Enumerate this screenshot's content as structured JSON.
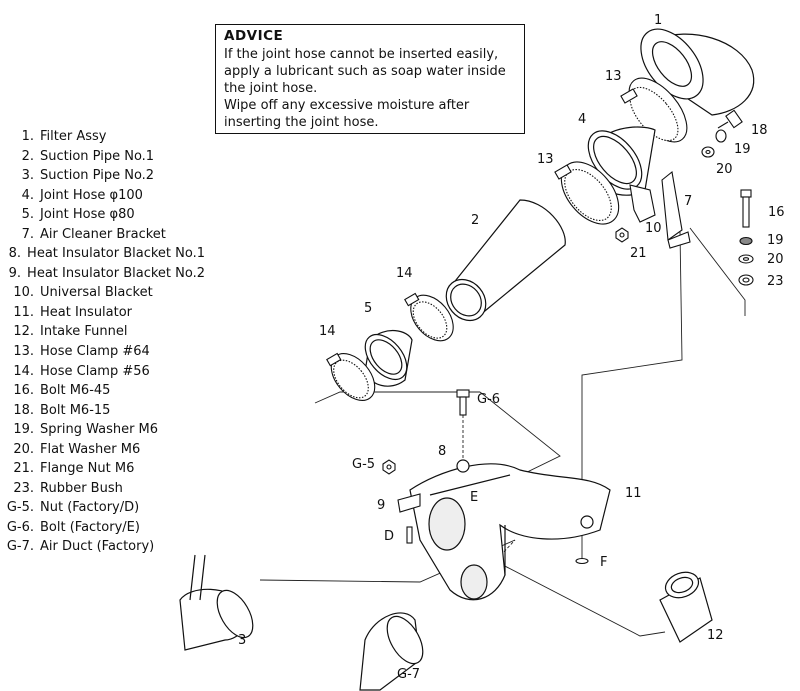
{
  "advice": {
    "title": "ADVICE",
    "lines": [
      "If the joint hose cannot be inserted easily,",
      "apply a lubricant such as soap water inside",
      "the joint hose.",
      "Wipe off any excessive moisture after",
      "inserting the joint hose."
    ]
  },
  "parts": [
    {
      "num": "1.",
      "name": "Filter Assy"
    },
    {
      "num": "2.",
      "name": "Suction Pipe No.1"
    },
    {
      "num": "3.",
      "name": "Suction Pipe No.2"
    },
    {
      "num": "4.",
      "name": "Joint Hose  φ100"
    },
    {
      "num": "5.",
      "name": "Joint Hose  φ80"
    },
    {
      "num": "7.",
      "name": "Air Cleaner Bracket"
    },
    {
      "num": "8.",
      "name": "Heat Insulator Blacket No.1"
    },
    {
      "num": "9.",
      "name": "Heat Insulator Blacket No.2"
    },
    {
      "num": "10.",
      "name": "Universal Blacket"
    },
    {
      "num": "11.",
      "name": "Heat Insulator"
    },
    {
      "num": "12.",
      "name": "Intake Funnel"
    },
    {
      "num": "13.",
      "name": "Hose Clamp  #64"
    },
    {
      "num": "14.",
      "name": "Hose Clamp  #56"
    },
    {
      "num": "16.",
      "name": "Bolt  M6-45"
    },
    {
      "num": "18.",
      "name": "Bolt  M6-15"
    },
    {
      "num": "19.",
      "name": "Spring Washer  M6"
    },
    {
      "num": "20.",
      "name": "Flat Washer  M6"
    },
    {
      "num": "21.",
      "name": "Flange Nut  M6"
    },
    {
      "num": "23.",
      "name": "Rubber Bush"
    },
    {
      "num": "G-5.",
      "name": "Nut (Factory/D)"
    },
    {
      "num": "G-6.",
      "name": "Bolt (Factory/E)"
    },
    {
      "num": "G-7.",
      "name": "Air Duct (Factory)"
    }
  ],
  "callouts": {
    "c1": "1",
    "c13a": "13",
    "c4": "4",
    "c18": "18",
    "c19a": "19",
    "c20a": "20",
    "c13b": "13",
    "c7": "7",
    "c16": "16",
    "c2": "2",
    "c10": "10",
    "c21": "21",
    "c19b": "19",
    "c20b": "20",
    "c23": "23",
    "c14a": "14",
    "c5": "5",
    "c14b": "14",
    "cG6": "G-6",
    "cG5": "G-5",
    "c8": "8",
    "cE": "E",
    "c9": "9",
    "cD": "D",
    "c11": "11",
    "cF": "F",
    "c3": "3",
    "c12": "12",
    "cG7": "G-7"
  }
}
